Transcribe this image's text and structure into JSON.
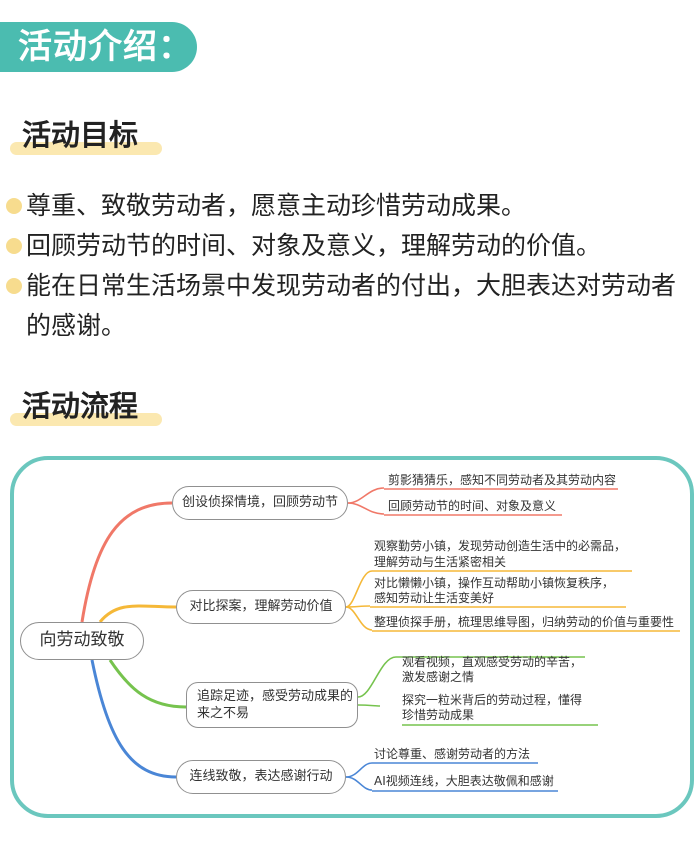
{
  "header": {
    "title": "活动介绍："
  },
  "goals": {
    "title": "活动目标",
    "items": [
      "尊重、致敬劳动者，愿意主动珍惜劳动成果。",
      "回顾劳动节的时间、对象及意义，理解劳动的价值。",
      "能在日常生活场景中发现劳动者的付出，大胆表达对劳动者",
      "的感谢。"
    ]
  },
  "flow": {
    "title": "活动流程",
    "root": "向劳动致敬",
    "branches": [
      {
        "label": "创设侦探情境，回顾劳动节",
        "color": "#f07868",
        "leaves": [
          "剪影猜猜乐，感知不同劳动者及其劳动内容",
          "回顾劳动节的时间、对象及意义"
        ]
      },
      {
        "label": "对比探案，理解劳动价值",
        "color": "#f5b838",
        "leaves": [
          "观察勤劳小镇，发现劳动创造生活中的必需品，",
          "理解劳动与生活紧密相关",
          "对比懒懒小镇，操作互动帮助小镇恢复秩序，",
          "感知劳动让生活变美好",
          "整理侦探手册，梳理思维导图，归纳劳动的价值与重要性"
        ]
      },
      {
        "label_line1": "追踪足迹，感受劳动成果的",
        "label_line2": "来之不易",
        "color": "#76c34e",
        "leaves": [
          "观看视频，直观感受劳动的辛苦，",
          "激发感谢之情",
          "探究一粒米背后的劳动过程，懂得",
          "珍惜劳动成果"
        ]
      },
      {
        "label": "连线致敬，表达感谢行动",
        "color": "#4a86d6",
        "leaves": [
          "讨论尊重、感谢劳动者的方法",
          "AI视频连线，大胆表达敬佩和感谢"
        ]
      }
    ]
  },
  "colors": {
    "banner": "#4bbcb0",
    "frame": "#6bc7be",
    "highlight": "#fbe8b0",
    "bullet": "#f7dc8e"
  }
}
